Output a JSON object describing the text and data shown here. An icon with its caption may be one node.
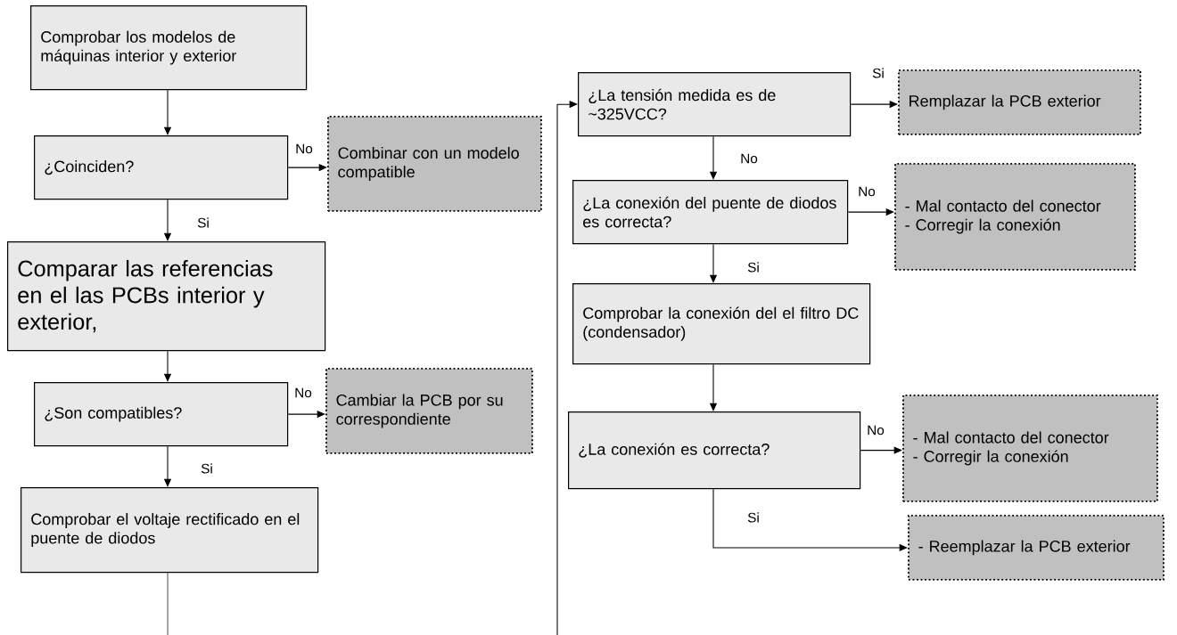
{
  "diagram": {
    "nodes": [
      {
        "text": [
          "Comprobar los modelos de máquinas interior y exterior"
        ]
      },
      {
        "text": [
          "¿Coinciden?"
        ]
      },
      {
        "text": [
          "Combinar con un modelo compatible"
        ]
      },
      {
        "text": [
          "Comparar las referencias en el las PCBs interior y exterior,"
        ]
      },
      {
        "text": [
          "¿Son compatibles?"
        ]
      },
      {
        "text": [
          "Cambiar la PCB por su correspondiente"
        ]
      },
      {
        "text": [
          "Comprobar el voltaje rectificado en el puente de diodos"
        ]
      },
      {
        "text": [
          "¿La tensión medida es de ~325VCC?"
        ]
      },
      {
        "text": [
          "Remplazar la PCB exterior"
        ]
      },
      {
        "text": [
          "¿La conexión del puente de diodos es correcta?"
        ]
      },
      {
        "text": [
          "- Mal contacto del conector",
          "- Corregir la conexión"
        ]
      },
      {
        "text": [
          "Comprobar la conexión del el filtro DC (condensador)"
        ]
      },
      {
        "text": [
          "¿La conexión es correcta?"
        ]
      },
      {
        "text": [
          "- Mal contacto del conector",
          "- Corregir la conexión"
        ]
      },
      {
        "text": [
          "- Reemplazar la PCB exterior"
        ]
      }
    ],
    "edges": [
      {
        "from": 0,
        "to": 1,
        "arrow": "to"
      },
      {
        "from": 1,
        "to": 2,
        "arrow": "to",
        "label": "No"
      },
      {
        "from": 1,
        "to": 3,
        "arrow": "to",
        "label": "Si"
      },
      {
        "from": 3,
        "to": 4,
        "arrow": "to"
      },
      {
        "from": 4,
        "to": 5,
        "arrow": "to",
        "label": "No"
      },
      {
        "from": 4,
        "to": 6,
        "arrow": "to",
        "label": "Si"
      },
      {
        "from": 6,
        "to": null,
        "arrow": "none"
      },
      {
        "from": null,
        "to": 7,
        "arrow": "to"
      },
      {
        "from": 7,
        "to": 8,
        "arrow": "to",
        "label": "Si"
      },
      {
        "from": 7,
        "to": 9,
        "arrow": "to",
        "label": "No"
      },
      {
        "from": 9,
        "to": 10,
        "arrow": "to",
        "label": "No"
      },
      {
        "from": 9,
        "to": 11,
        "arrow": "to",
        "label": "Si"
      },
      {
        "from": 11,
        "to": 12,
        "arrow": "to"
      },
      {
        "from": 12,
        "to": 13,
        "arrow": "to",
        "label": "No"
      },
      {
        "from": 12,
        "to": 14,
        "arrow": "to",
        "label": "Si"
      }
    ]
  }
}
